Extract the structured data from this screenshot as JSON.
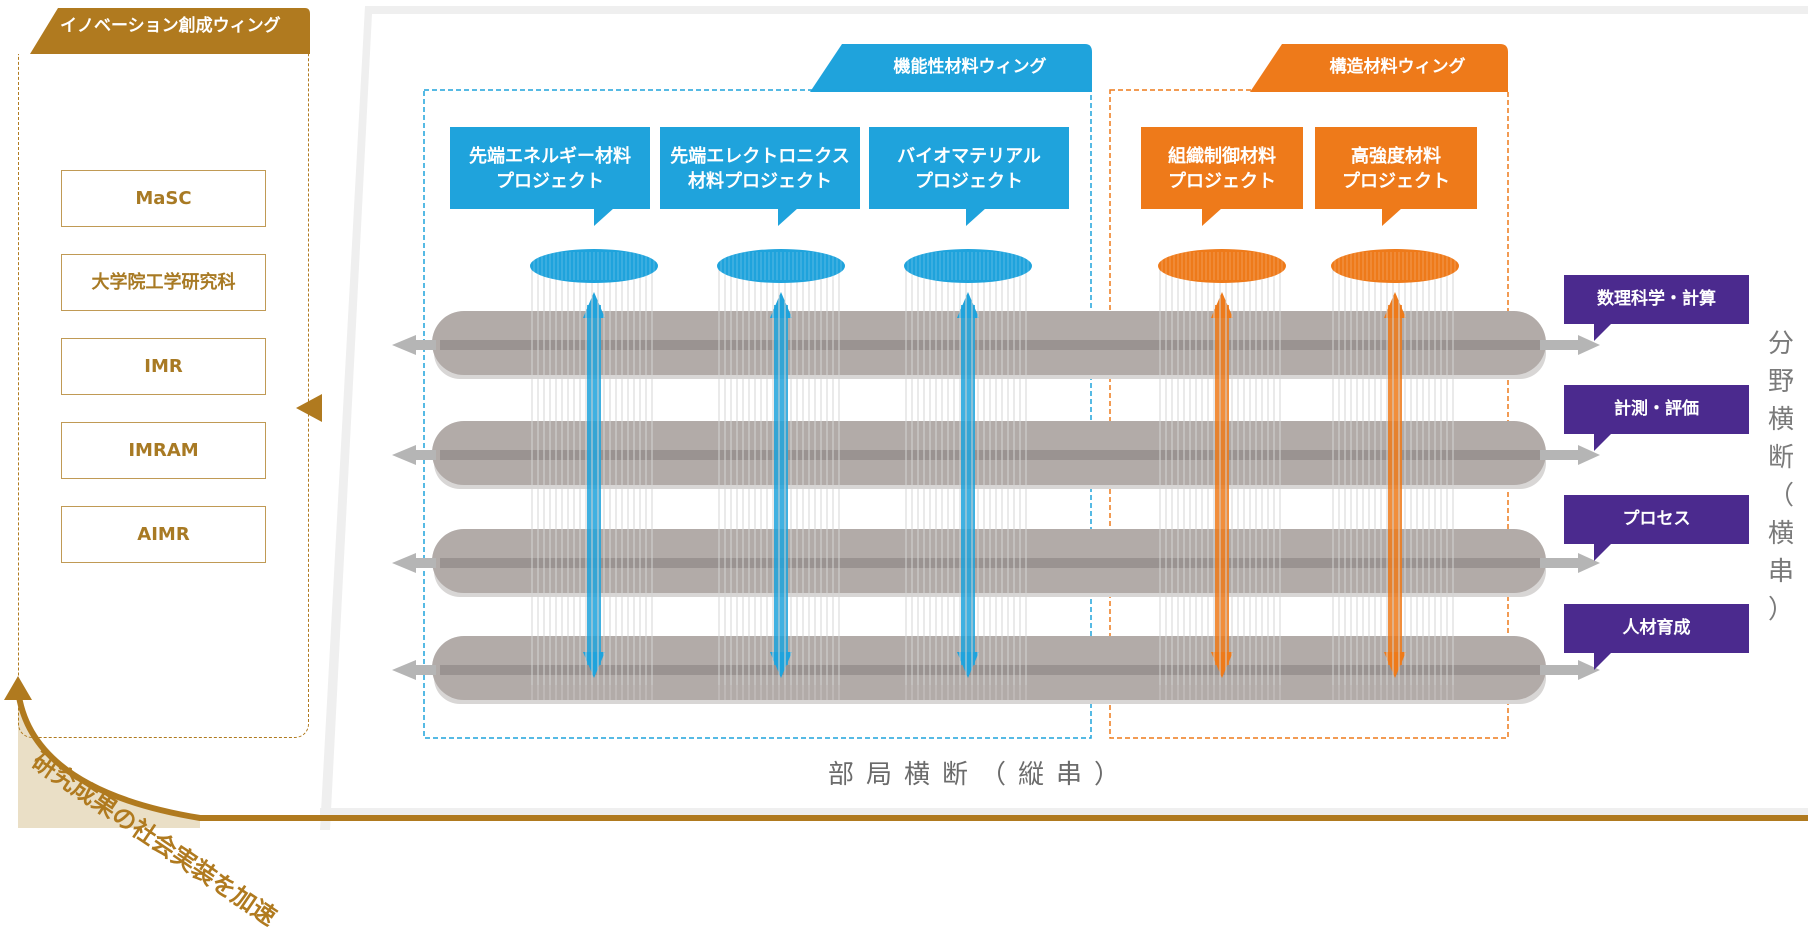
{
  "innovation_wing": {
    "title": "イノベーション創成ウィング",
    "institutions": [
      "MaSC",
      "大学院工学研究科",
      "IMR",
      "IMRAM",
      "AIMR"
    ]
  },
  "functional_wing": {
    "title": "機能性材料ウィング",
    "color": "#1fa3dc",
    "projects": [
      {
        "line1": "先端エネルギー材料",
        "line2": "プロジェクト"
      },
      {
        "line1": "先端エレクトロニクス",
        "line2": "材料プロジェクト"
      },
      {
        "line1": "バイオマテリアル",
        "line2": "プロジェクト"
      }
    ]
  },
  "structural_wing": {
    "title": "構造材料ウィング",
    "color": "#ee7a1a",
    "projects": [
      {
        "line1": "組織制御材料",
        "line2": "プロジェクト"
      },
      {
        "line1": "高強度材料",
        "line2": "プロジェクト"
      }
    ]
  },
  "cross_fields": {
    "color": "#4b2a8e",
    "items": [
      "数理科学・計算",
      "計測・評価",
      "プロセス",
      "人材育成"
    ]
  },
  "labels": {
    "vertical_axis": "分\n野\n横\n断\n（\n横\n串\n）",
    "horizontal_axis": "部局横断（縦串）",
    "acceleration": "研究成果の社会実装を加速"
  },
  "colors": {
    "gold": "#b07a1f",
    "gray_band": "#b2aba8",
    "frame_gray": "#efefef"
  }
}
